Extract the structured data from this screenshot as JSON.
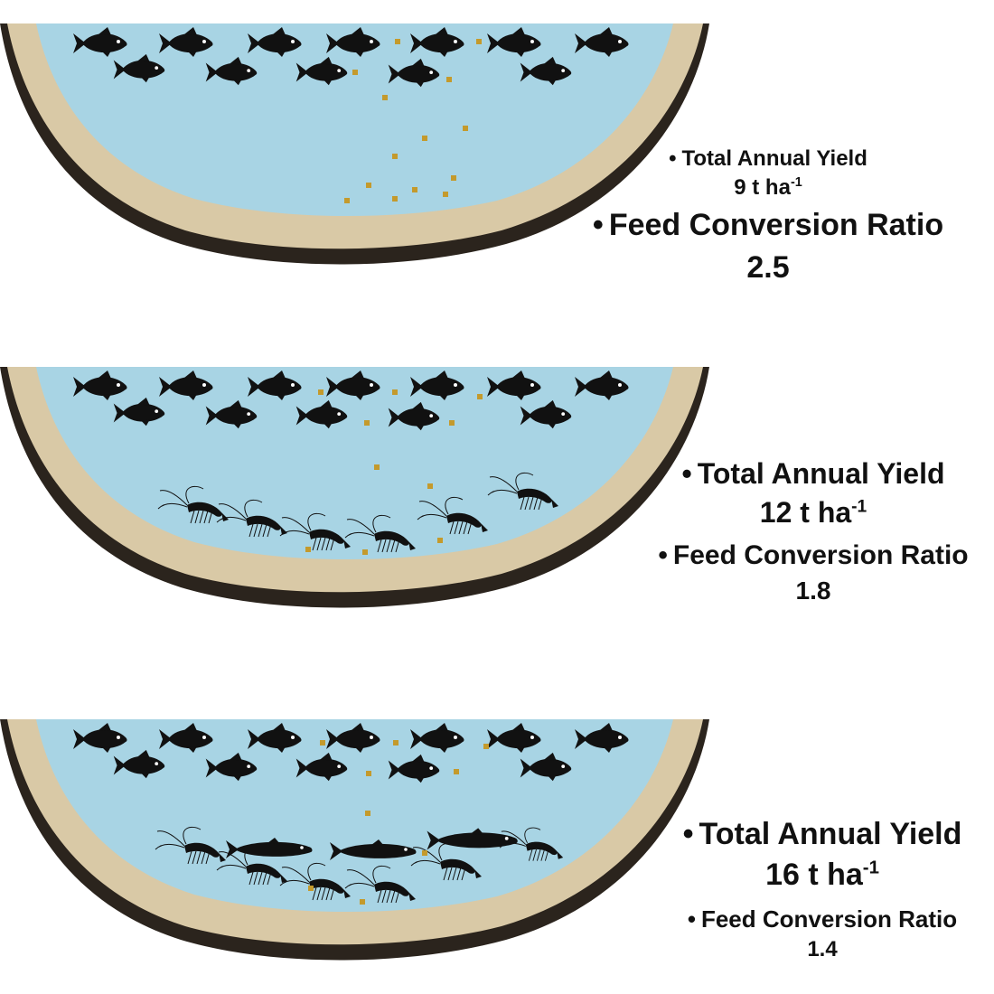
{
  "colors": {
    "water": "#a8d4e4",
    "sand": "#d9c9a6",
    "rim": "#2b241d",
    "fish": "#111111",
    "feed": "#c49a2c"
  },
  "ponds": [
    {
      "yield_label": "Total Annual Yield",
      "yield_value": "9 t ha",
      "yield_exp": "-1",
      "fcr_label": "Feed Conversion Ratio",
      "fcr_value": "2.5",
      "contents": [
        "fish-icon",
        "feed-pellet-icon"
      ]
    },
    {
      "yield_label": "Total Annual Yield",
      "yield_value": "12 t ha",
      "yield_exp": "-1",
      "fcr_label": "Feed Conversion Ratio",
      "fcr_value": "1.8",
      "contents": [
        "fish-icon",
        "shrimp-icon",
        "feed-pellet-icon"
      ]
    },
    {
      "yield_label": "Total Annual Yield",
      "yield_value": "16 t ha",
      "yield_exp": "-1",
      "fcr_label": "Feed Conversion Ratio",
      "fcr_value": "1.4",
      "contents": [
        "fish-icon",
        "shrimp-icon",
        "bottom-fish-icon",
        "feed-pellet-icon"
      ]
    }
  ]
}
